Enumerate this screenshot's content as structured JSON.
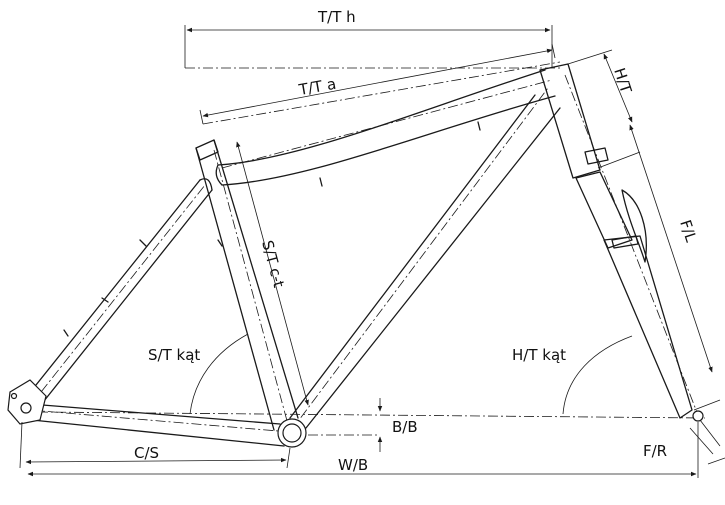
{
  "labels": {
    "top_tube_horizontal": "T/T h",
    "top_tube_actual": "T/T a",
    "head_tube": "H/T",
    "fork_length": "F/L",
    "seat_tube_ct": "S/T c-t",
    "seat_tube_angle": "S/T kąt",
    "head_tube_angle": "H/T kąt",
    "bb_drop": "B/B",
    "chainstay": "C/S",
    "fork_rake": "F/R",
    "wheelbase": "W/B"
  },
  "colors": {
    "line": "#1a1a1a",
    "text": "#111111",
    "background": "#ffffff"
  }
}
